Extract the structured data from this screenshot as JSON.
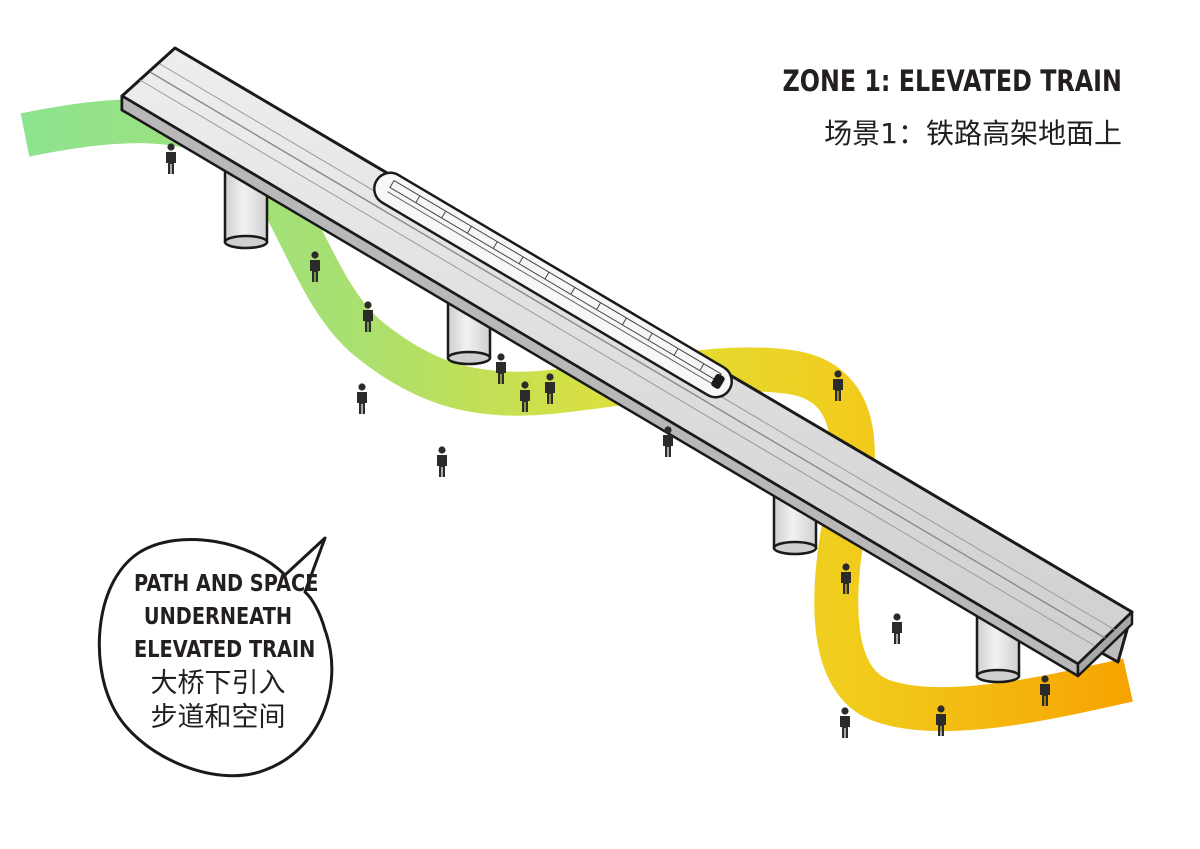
{
  "title": {
    "english": "ZONE 1: ELEVATED TRAIN",
    "chinese": "场景1：铁路高架地面上"
  },
  "callout": {
    "line1": "PATH AND SPACE",
    "line2": "UNDERNEATH",
    "line3": "ELEVATED TRAIN",
    "zh1": "大桥下引入",
    "zh2": "步道和空间"
  },
  "colors": {
    "path_start": "#8fe08a",
    "path_mid": "#d8e23a",
    "path_end": "#f6a500",
    "outline": "#1a1a1a",
    "deck": "#d9d9d9",
    "figure": "#2b2b2b"
  },
  "icons": [
    "person-icon",
    "train-icon",
    "speech-bubble"
  ]
}
